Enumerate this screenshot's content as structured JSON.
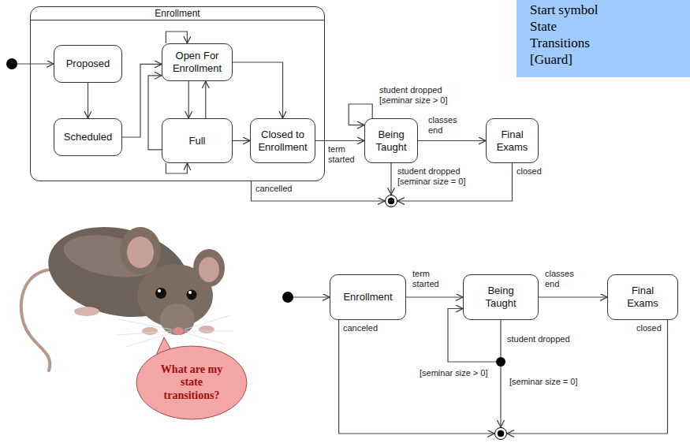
{
  "diagram": {
    "nodes": [
      {
        "text": []
      },
      {
        "text": [
          "Enrollment"
        ]
      },
      {
        "text": [
          "Proposed"
        ],
        "in": 1
      },
      {
        "text": [
          "Open For Enrollment"
        ],
        "in": 1
      },
      {
        "text": [
          "Scheduled"
        ],
        "in": 1
      },
      {
        "text": [
          "Full"
        ],
        "in": 1
      },
      {
        "text": [
          "Closed to Enrollment"
        ],
        "in": 1
      },
      {
        "text": [
          "Start symbol",
          "State",
          "Transitions",
          "[Guard]"
        ]
      },
      {
        "text": [
          "Being Taught"
        ]
      },
      {
        "text": [
          "Final Exams"
        ]
      },
      {
        "text": []
      },
      {
        "text": [
          "What are my state transitions?"
        ]
      },
      {
        "text": []
      },
      {
        "text": [
          "Enrollment"
        ]
      },
      {
        "text": [
          "Being Taught"
        ]
      },
      {
        "text": [
          "Final Exams"
        ]
      },
      {
        "text": []
      },
      {
        "text": []
      }
    ],
    "edges": [
      {
        "from": 0,
        "to": 2,
        "arrow": "to"
      },
      {
        "from": 2,
        "to": 4,
        "arrow": "to"
      },
      {
        "from": 4,
        "to": 3,
        "arrow": "to"
      },
      {
        "from": 3,
        "to": 3,
        "arrow": "to"
      },
      {
        "from": 3,
        "to": 5,
        "arrow": "to"
      },
      {
        "from": 5,
        "to": 3,
        "arrow": "to"
      },
      {
        "from": 5,
        "to": 3,
        "arrow": "to"
      },
      {
        "from": 5,
        "to": 5,
        "arrow": "to"
      },
      {
        "from": 5,
        "to": 6,
        "arrow": "to"
      },
      {
        "from": 3,
        "to": 6,
        "arrow": "to"
      },
      {
        "from": 6,
        "to": 8,
        "label": "term started",
        "arrow": "to"
      },
      {
        "from": 1,
        "to": 10,
        "label": "cancelled",
        "arrow": "to"
      },
      {
        "from": 8,
        "to": 8,
        "label": "student dropped [seminar size > 0]",
        "arrow": "to"
      },
      {
        "from": 8,
        "to": 9,
        "label": "classes end",
        "arrow": "to"
      },
      {
        "from": 8,
        "to": 10,
        "label": "student dropped [seminar size = 0]",
        "arrow": "to"
      },
      {
        "from": 9,
        "to": 10,
        "label": "closed",
        "arrow": "to"
      },
      {
        "from": 12,
        "to": 13,
        "arrow": "to"
      },
      {
        "from": 13,
        "to": 14,
        "label": "term started",
        "arrow": "to"
      },
      {
        "from": 14,
        "to": 15,
        "label": "classes end",
        "arrow": "to"
      },
      {
        "from": 13,
        "to": 17,
        "label": "canceled",
        "arrow": "to"
      },
      {
        "from": 14,
        "to": 16,
        "label": "student dropped",
        "arrow": "none"
      },
      {
        "from": 16,
        "to": 14,
        "label": "[seminar size > 0]",
        "arrow": "to"
      },
      {
        "from": 16,
        "to": 17,
        "label": "[seminar size = 0]",
        "arrow": "to"
      },
      {
        "from": 15,
        "to": 17,
        "label": "closed",
        "arrow": "to"
      }
    ]
  }
}
